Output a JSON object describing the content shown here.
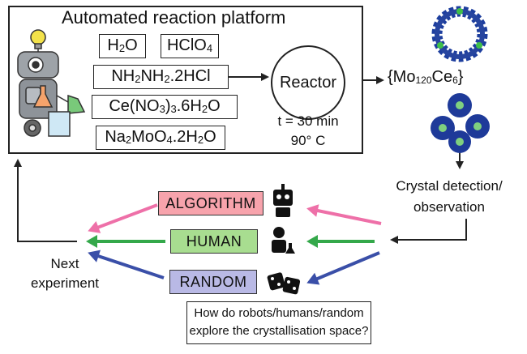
{
  "platform": {
    "title": "Automated reaction platform",
    "reagents": {
      "h2o": {
        "main": "H",
        "sub": "2",
        "tail": "O"
      },
      "hclo4": {
        "main": "HClO",
        "sub": "4"
      },
      "hydrazine": {
        "a": "NH",
        "s1": "2",
        "b": "NH",
        "s2": "2",
        "c": ".2HCl"
      },
      "cerium": {
        "a": "Ce(NO",
        "s1": "3",
        "b": ")",
        "s2": "3",
        "c": ".6H",
        "s3": "2",
        "d": "O"
      },
      "molybdate": {
        "a": "Na",
        "s1": "2",
        "b": "MoO",
        "s2": "4",
        "c": ".2H",
        "s3": "2",
        "d": "O"
      }
    },
    "reactor_label": "Reactor",
    "time": "t = 30 min",
    "temperature": "90° C"
  },
  "product": {
    "a": "{Mo",
    "s1": "120",
    "b": "Ce",
    "s2": "6",
    "c": "}"
  },
  "detection": {
    "line1": "Crystal detection/",
    "line2": "observation"
  },
  "strategies": [
    {
      "label": "ALGORITHM",
      "color": "#f7a3ac",
      "arrow": "#ee70a8",
      "icon": "robot-icon"
    },
    {
      "label": "HUMAN",
      "color": "#a8dd90",
      "arrow": "#34a84a",
      "icon": "scientist-icon"
    },
    {
      "label": "RANDOM",
      "color": "#b9b9e5",
      "arrow": "#3a4fa8",
      "icon": "dice-icon"
    }
  ],
  "next": {
    "line1": "Next",
    "line2": "experiment"
  },
  "question": {
    "line1": "How do robots/humans/random",
    "line2": "explore the crystallisation space?"
  }
}
